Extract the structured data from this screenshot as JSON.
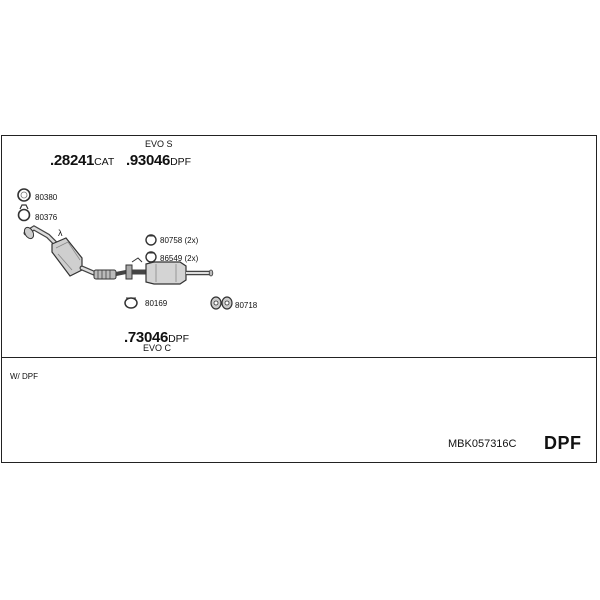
{
  "parts": {
    "cat": {
      "number": ".28241",
      "suffix": "CAT"
    },
    "dpf_s": {
      "variant": "EVO S",
      "number": ".93046",
      "suffix": "DPF"
    },
    "dpf_c": {
      "variant": "EVO C",
      "number": ".73046",
      "suffix": "DPF"
    }
  },
  "accessories": {
    "gasket_1": "80380",
    "clamp_1": "80376",
    "clamp_2": "80758 (2x)",
    "clamp_3": "86549 (2x)",
    "clamp_4": "80169",
    "mount_1": "80718"
  },
  "sensor_symbol": "λ",
  "notes": {
    "with_dpf": "W/ DPF"
  },
  "kit": {
    "code": "MBK057316C",
    "type": "DPF"
  }
}
